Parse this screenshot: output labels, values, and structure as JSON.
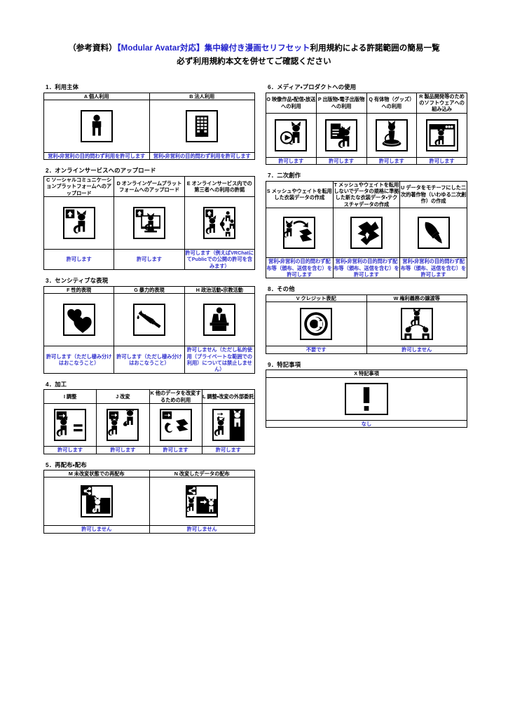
{
  "title": {
    "line1_pre": "（参考資料）",
    "line1_blue": "【Modular Avatar対応】集中線付き漫画セリフセット",
    "line1_post": "利用規約による許諾範囲の簡易一覧",
    "line2": "必ず利用規約本文を併せてご確認ください"
  },
  "sections": [
    {
      "number": "1.",
      "heading": "1．利用主体",
      "columns": 2,
      "items": [
        {
          "code": "A",
          "label": "A 個人利用",
          "icon": "person-icon",
          "result": "営利・非営利の目的問わず利用を許可します"
        },
        {
          "code": "B",
          "label": "B 法人利用",
          "icon": "building-icon",
          "result": "営利・非営利の目的問わず利用を許可します"
        }
      ]
    },
    {
      "number": "2.",
      "heading": "2．オンラインサービスへのアップロード",
      "columns": 3,
      "items": [
        {
          "code": "C",
          "label": "C ソーシャルコミュニケーションプラットフォームへのアップロード",
          "icon": "upload-cat-icon",
          "result": "許可します"
        },
        {
          "code": "D",
          "label": "D オンラインゲームプラットフォームへのアップロード",
          "icon": "upload-cat-monitor-icon",
          "result": "許可します"
        },
        {
          "code": "E",
          "label": "E オンラインサービス内での第三者への利用の許諾",
          "icon": "upload-share-cat-icon",
          "result": "許可します（例えばVRChatにてPublicでの公開の許可を含みます）"
        }
      ]
    },
    {
      "number": "3.",
      "heading": "3．センシティブな表現",
      "columns": 3,
      "items": [
        {
          "code": "F",
          "label": "F 性的表現",
          "icon": "hearts-icon",
          "result": "許可します（ただし棲み分けはおこなうこと）"
        },
        {
          "code": "G",
          "label": "G 暴力的表現",
          "icon": "knife-icon",
          "result": "許可します（ただし棲み分けはおこなうこと）"
        },
        {
          "code": "H",
          "label": "H 政治活動・宗教活動",
          "icon": "podium-speaker-icon",
          "result": "許可しません（ただし私的使用（プライベートな範囲での利用）については禁止しません）"
        }
      ]
    },
    {
      "number": "4.",
      "heading": "4．加工",
      "columns": 4,
      "items": [
        {
          "code": "I",
          "label": "I 調整",
          "icon": "arrow-cat-equals-icon",
          "result": "許可します"
        },
        {
          "code": "J",
          "label": "J 改変",
          "icon": "arrow-cat-cat-icon",
          "result": "許可します"
        },
        {
          "code": "K",
          "label": "K 他のデータを改変するための利用",
          "icon": "arrow-cloth-icon",
          "result": "許可します"
        },
        {
          "code": "L",
          "label": "L 調整・改変の外部委託",
          "icon": "outsource-cat-icon",
          "result": "許可します"
        }
      ]
    },
    {
      "number": "5.",
      "heading": "5．再配布・配布",
      "columns": 2,
      "items": [
        {
          "code": "M",
          "label": "M 未改変状態での再配布",
          "icon": "share-folder-cat-icon",
          "result": "許可しません"
        },
        {
          "code": "N",
          "label": "N 改変したデータの配布",
          "icon": "share-folder-modified-cat-icon",
          "result": "許可しません"
        }
      ]
    },
    {
      "number": "6.",
      "heading": "6．メディア・プロダクトへの使用",
      "columns": 4,
      "items": [
        {
          "code": "O",
          "label": "O 映像作品・配信・放送への利用",
          "icon": "play-cat-icon",
          "result": "許可します"
        },
        {
          "code": "P",
          "label": "P 出版物・電子出版物への利用",
          "icon": "document-cat-icon",
          "result": "許可します"
        },
        {
          "code": "Q",
          "label": "Q 有体物（グッズ）への利用",
          "icon": "figurine-cat-icon",
          "result": "許可します"
        },
        {
          "code": "R",
          "label": "R 製品開発等のためのソフトウェアへの組み込み",
          "icon": "browser-cat-icon",
          "result": "許可します"
        }
      ]
    },
    {
      "number": "7.",
      "heading": "7．二次創作",
      "columns": 3,
      "items": [
        {
          "code": "S",
          "label": "S メッシュやウェイトを転用した衣装データの作成",
          "icon": "cat-to-cloth-icon",
          "result": "営利・非営利の目的問わず配布等（頒布、送信を含む）を許可します"
        },
        {
          "code": "T",
          "label": "T メッシュやウェイトを転用しないでデータの規格に準拠した新たな衣装データ・テクスチャデータの作成",
          "icon": "cloth-icon",
          "result": "営利・非営利の目的問わず配布等（頒布、送信を含む）を許可します"
        },
        {
          "code": "U",
          "label": "U データをモチーフにした二次的著作物（いわゆる二次創作）の作成",
          "icon": "brush-icon",
          "result": "営利・非営利の目的問わず配布等（頒布、送信を含む）を許可します"
        }
      ]
    },
    {
      "number": "8.",
      "heading": "8．その他",
      "columns": 2,
      "items": [
        {
          "code": "V",
          "label": "V クレジット表記",
          "icon": "copyright-icon",
          "result": "不要です"
        },
        {
          "code": "W",
          "label": "W 権利義務の譲渡等",
          "icon": "transfer-cat-icon",
          "result": "許可しません"
        }
      ]
    },
    {
      "number": "9.",
      "heading": "9．特記事項",
      "columns": 1,
      "items": [
        {
          "code": "X",
          "label": "X 特記事項",
          "icon": "exclamation-icon",
          "result": "なし"
        }
      ]
    }
  ],
  "colors": {
    "permission_text": "#3333cc",
    "title_highlight": "#2222cc",
    "border": "#000000",
    "background": "#ffffff"
  }
}
